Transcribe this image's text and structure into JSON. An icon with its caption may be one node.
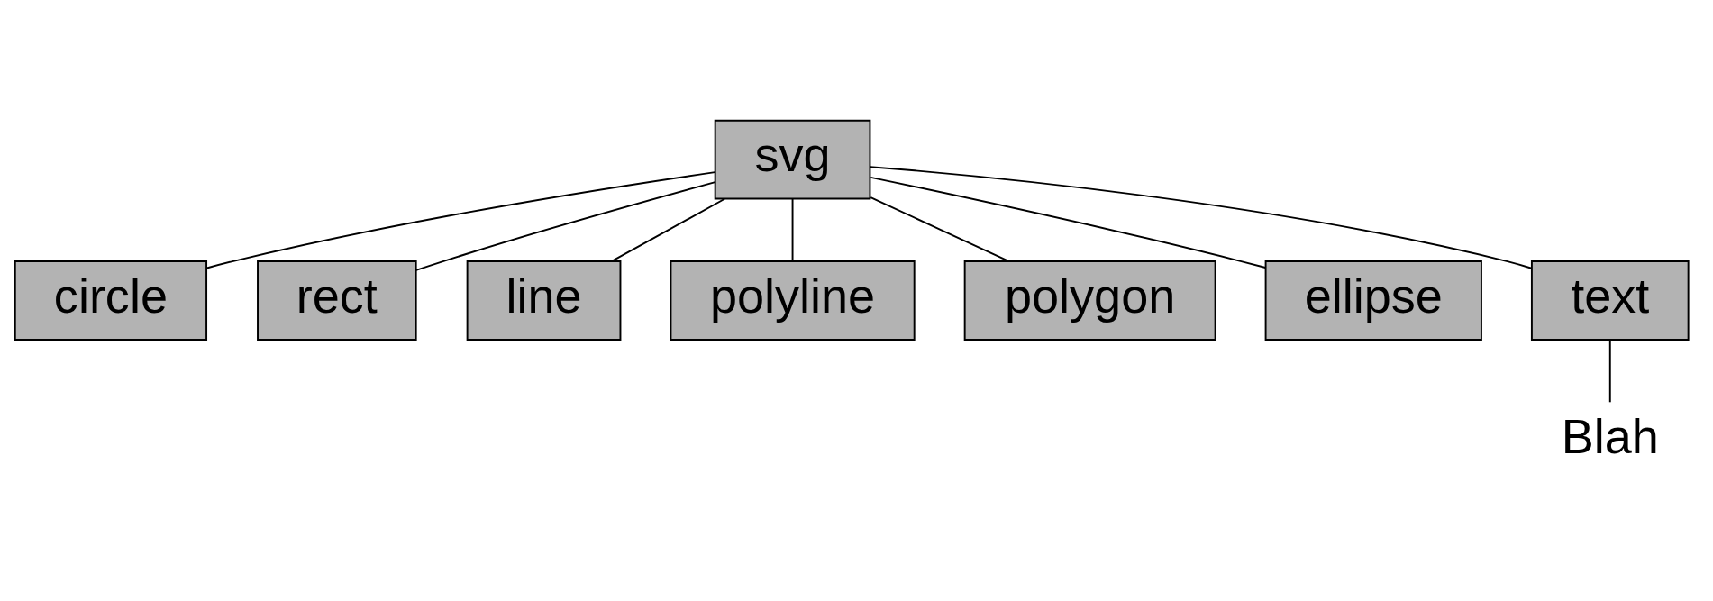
{
  "diagram": {
    "nodes": [
      {
        "text": [
          "svg"
        ]
      },
      {
        "text": [
          "circle"
        ]
      },
      {
        "text": [
          "rect"
        ]
      },
      {
        "text": [
          "line"
        ]
      },
      {
        "text": [
          "polyline"
        ]
      },
      {
        "text": [
          "polygon"
        ]
      },
      {
        "text": [
          "ellipse"
        ]
      },
      {
        "text": [
          "text"
        ]
      },
      {
        "text": [
          "Blah"
        ]
      }
    ],
    "edges": [
      {
        "from": 0,
        "to": 1,
        "arrow": "none"
      },
      {
        "from": 0,
        "to": 2,
        "arrow": "none"
      },
      {
        "from": 0,
        "to": 3,
        "arrow": "none"
      },
      {
        "from": 0,
        "to": 4,
        "arrow": "none"
      },
      {
        "from": 0,
        "to": 5,
        "arrow": "none"
      },
      {
        "from": 0,
        "to": 6,
        "arrow": "none"
      },
      {
        "from": 0,
        "to": 7,
        "arrow": "none"
      },
      {
        "from": 7,
        "to": 8,
        "arrow": "none"
      }
    ]
  }
}
